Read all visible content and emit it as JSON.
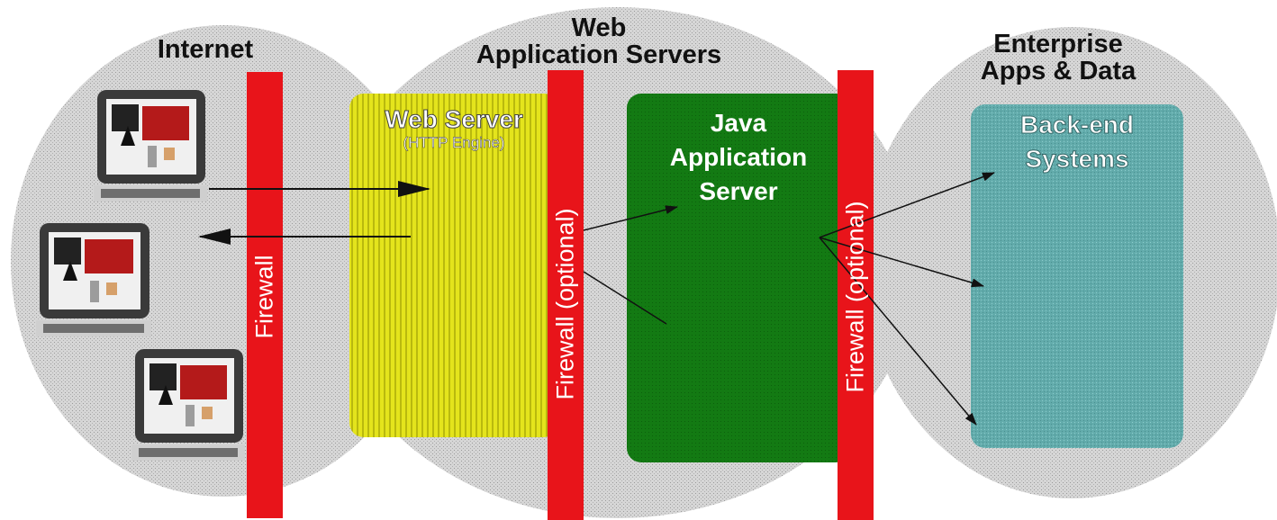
{
  "zones": {
    "internet": {
      "title": "Internet"
    },
    "web_app_servers": {
      "title_line1": "Web",
      "title_line2": "Application Servers"
    },
    "enterprise": {
      "title_line1": "Enterprise",
      "title_line2": "Apps & Data"
    }
  },
  "boxes": {
    "web_server": {
      "title": "Web Server",
      "subtitle": "(HTTP Engine)"
    },
    "java_app_server": {
      "line1": "Java",
      "line2": "Application",
      "line3": "Server"
    },
    "back_end": {
      "line1": "Back-end",
      "line2": "Systems"
    }
  },
  "firewalls": {
    "outer": "Firewall",
    "middle": "Firewall (optional)",
    "inner": "Firewall (optional)"
  },
  "colors": {
    "zone_bg": "#d2d2d2",
    "firewall": "#e8141a",
    "web_server": "#e2e21a",
    "java_app_server": "#137a13",
    "back_end": "#5fa8a8"
  },
  "icons": [
    "client-computer-icon",
    "client-computer-icon",
    "client-computer-icon"
  ]
}
